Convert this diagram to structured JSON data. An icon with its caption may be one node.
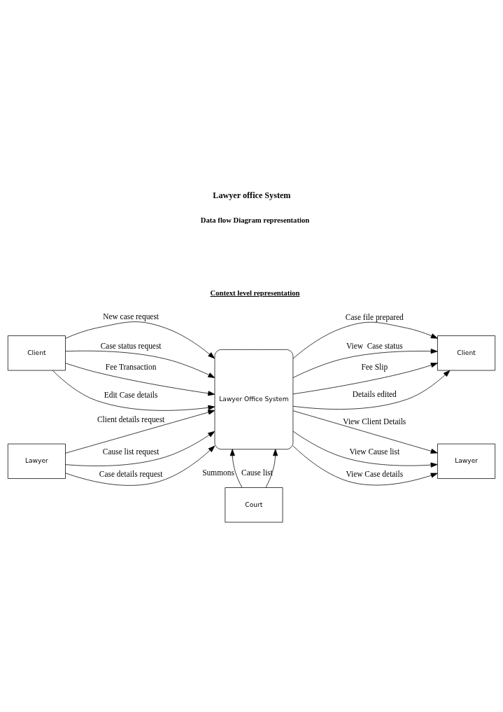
{
  "diagram": {
    "title": "Lawyer office System",
    "nodes": [
      {
        "text": [
          "Client"
        ]
      },
      {
        "text": [
          "Lawyer"
        ]
      },
      {
        "text": [
          "Lawyer Office System"
        ]
      },
      {
        "text": [
          "Client"
        ]
      },
      {
        "text": [
          "Lawyer"
        ]
      },
      {
        "text": [
          "Court"
        ]
      }
    ],
    "edges": [
      {
        "from": 0,
        "to": 2,
        "arrow": "to",
        "label": "New case request"
      },
      {
        "from": 0,
        "to": 2,
        "arrow": "to",
        "label": "Case status request"
      },
      {
        "from": 0,
        "to": 2,
        "arrow": "to",
        "label": "Fee Transaction"
      },
      {
        "from": 0,
        "to": 2,
        "arrow": "to",
        "label": "Edit Case details"
      },
      {
        "from": 1,
        "to": 2,
        "arrow": "to",
        "label": "Client details request"
      },
      {
        "from": 1,
        "to": 2,
        "arrow": "to",
        "label": "Cause list request"
      },
      {
        "from": 1,
        "to": 2,
        "arrow": "to",
        "label": "Case details request"
      },
      {
        "from": 2,
        "to": 3,
        "arrow": "to",
        "label": "Case file prepared"
      },
      {
        "from": 2,
        "to": 3,
        "arrow": "to",
        "label": "View  Case status"
      },
      {
        "from": 2,
        "to": 3,
        "arrow": "to",
        "label": "Fee Slip"
      },
      {
        "from": 2,
        "to": 3,
        "arrow": "to",
        "label": "Details edited"
      },
      {
        "from": 2,
        "to": 4,
        "arrow": "to",
        "label": "View Client Details"
      },
      {
        "from": 2,
        "to": 4,
        "arrow": "to",
        "label": "View Cause list"
      },
      {
        "from": 2,
        "to": 4,
        "arrow": "to",
        "label": "View Case details"
      },
      {
        "from": 5,
        "to": 2,
        "arrow": "to",
        "label": "Cause list"
      },
      {
        "from": 5,
        "to": 2,
        "arrow": "to",
        "label": "Summons"
      }
    ],
    "labels": [
      "Data flow Diagram representation",
      "Context level representation"
    ]
  }
}
